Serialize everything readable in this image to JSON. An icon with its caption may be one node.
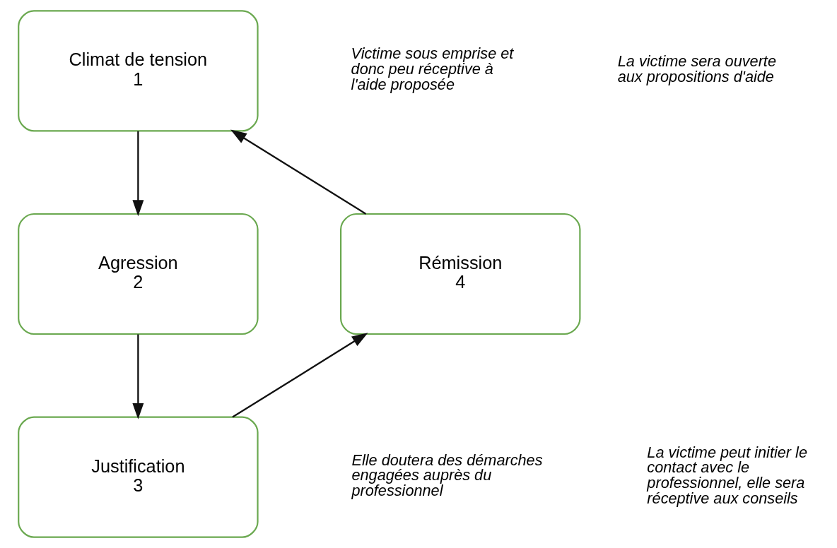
{
  "diagram": {
    "nodes": [
      {
        "text": [
          "Climat de tension",
          "1"
        ]
      },
      {
        "text": [
          "Agression",
          "2"
        ]
      },
      {
        "text": [
          "Justification",
          "3"
        ]
      },
      {
        "text": [
          "Rémission",
          "4"
        ]
      }
    ],
    "edges": [
      {
        "from": 0,
        "to": 1,
        "arrow": "to"
      },
      {
        "from": 1,
        "to": 2,
        "arrow": "to"
      },
      {
        "from": 2,
        "to": 3,
        "arrow": "to"
      },
      {
        "from": 3,
        "to": 0,
        "arrow": "to"
      }
    ],
    "labels": [
      "Victime sous emprise et donc peu réceptive à l'aide proposée",
      "La victime sera ouverte aux propositions d'aide",
      "Elle doutera des démarches engagées auprès du professionnel",
      "La victime peut initier le contact avec le professionnel, elle sera réceptive aux conseils"
    ]
  }
}
